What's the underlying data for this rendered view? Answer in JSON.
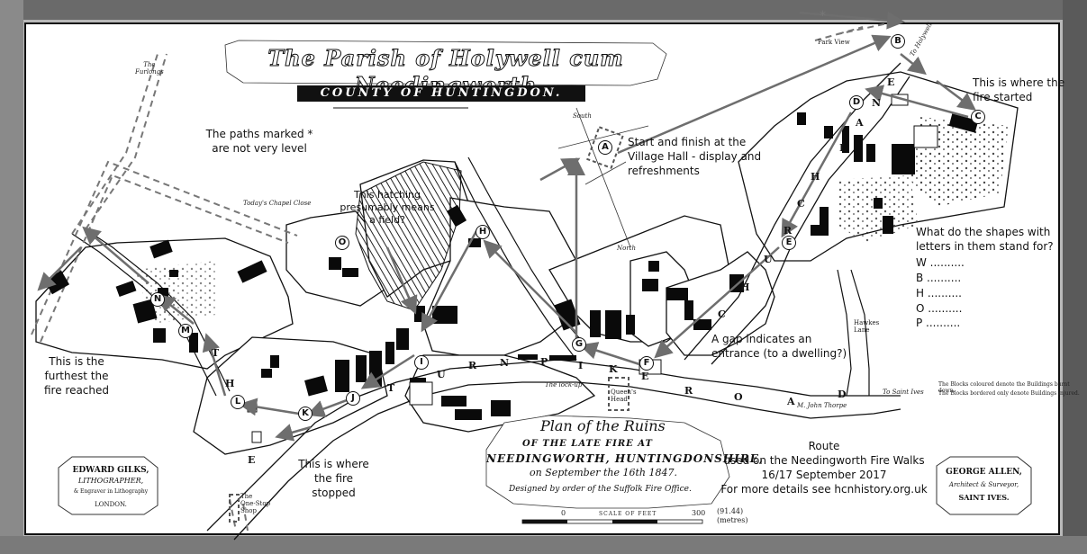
{
  "title": "The Parish of Holywell cum Needingworth",
  "county": "COUNTY OF HUNTINGDON.",
  "plan_title": {
    "line1": "Plan of the Ruins",
    "line2": "OF THE LATE FIRE AT",
    "line3": "NEEDINGWORTH, HUNTINGDONSHIRE,",
    "line4": "on September the 16th 1847.",
    "line5": "Designed by order of the Suffolk Fire Office."
  },
  "scale": {
    "label": "SCALE OF FEET",
    "zero": "0",
    "max": "300",
    "metres": "(91.44)\n(metres)"
  },
  "lithographer": {
    "name": "EDWARD GILKS,",
    "role": "LITHOGRAPHER,",
    "address": "& Engraver in Lithography",
    "city": "LONDON."
  },
  "surveyor": {
    "name": "GEORGE ALLEN,",
    "role": "Architect & Surveyor,",
    "city": "SAINT IVES."
  },
  "annotations": {
    "paths_not_level": "The paths marked *\nare not very level",
    "hatching": "This hatching\npresumably means\na field?",
    "start_finish": "Start and finish at the\nVillage Hall - display and\nrefreshments",
    "fire_started": "This is where the\nfire started",
    "shapes_question": "What do the shapes with\nletters in them stand for?",
    "shape_letters": [
      "W ..........",
      "B ..........",
      "H ..........",
      "O ..........",
      "P .........."
    ],
    "gap": "A gap indicates an\nentrance (to a dwelling?)",
    "furthest": "This is the\nfurthest the\nfire reached",
    "stopped": "This is where\nthe fire\nstopped",
    "route": "Route\nused on the Needingworth Fire Walks\n16/17 September 2017\nFor more details see hcnhistory.org.uk"
  },
  "map_labels": {
    "furlongs": "The\nFurlongs",
    "chapel_close": "Today's Chapel Close",
    "park_view": "Park View",
    "south": "South",
    "north": "North",
    "queens_head": "Queen's\nHead",
    "one_stop": "The\nOne-Stop\nShop",
    "hawkes_lane": "Hawkes\nLane",
    "to_saint_ives": "To Saint Ives",
    "to_holywell": "To Holywell",
    "asterisk": "*",
    "lock_up": "The lock-up",
    "mr_john_thorpe": "M. John Thorpe",
    "legend_note1": "The Blocks coloured denote the Buildings burnt down.",
    "legend_note2": "The Blocks bordered only denote Buildings injured."
  },
  "road_letters": {
    "turnpike": [
      "T",
      "U",
      "R",
      "N",
      "P",
      "I",
      "K",
      "E"
    ],
    "road": [
      "R",
      "O",
      "A",
      "D"
    ],
    "church": [
      "C",
      "H",
      "U",
      "R",
      "C",
      "H"
    ],
    "lane": [
      "L",
      "A",
      "N",
      "E"
    ],
    "the": [
      "T",
      "H",
      "E"
    ]
  },
  "markers": [
    "A",
    "B",
    "C",
    "D",
    "E",
    "F",
    "G",
    "H",
    "I",
    "J",
    "K",
    "L",
    "M",
    "N",
    "O"
  ],
  "colors": {
    "route": "#6e6e6e",
    "building": "#0a0a0a",
    "paper": "#ffffff",
    "dashed": "#777777"
  }
}
